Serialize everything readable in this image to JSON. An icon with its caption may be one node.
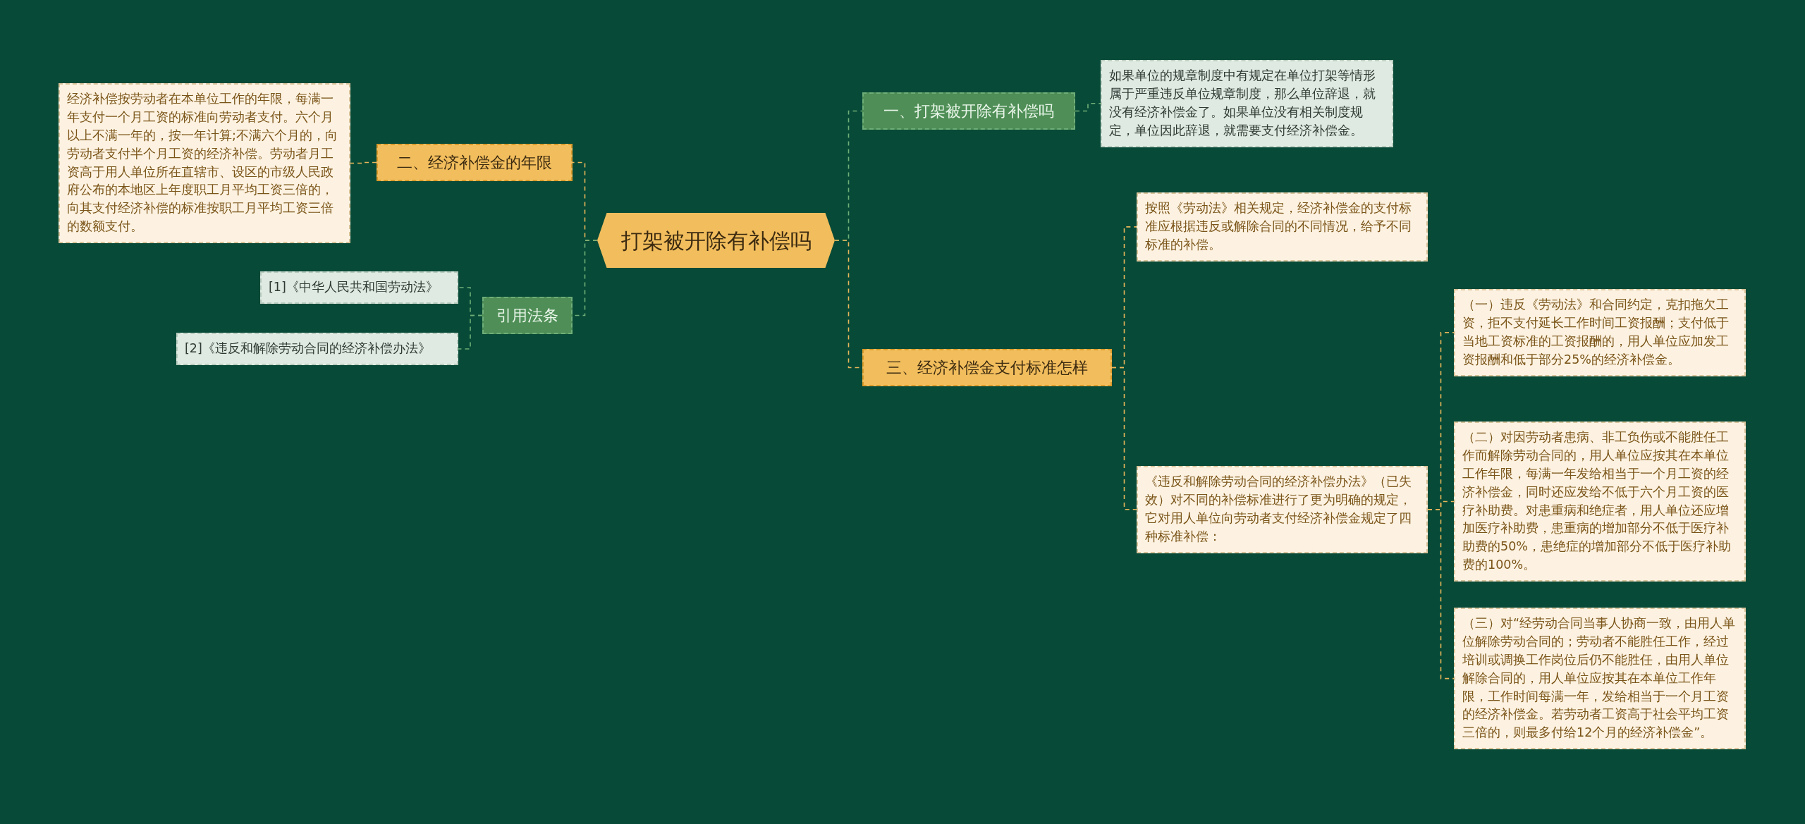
{
  "diagram": {
    "nodes": [
      {
        "text": [
          "打架被开除有补偿吗"
        ]
      },
      {
        "text": [
          "一、打架被开除有补偿吗"
        ]
      },
      {
        "text": [
          "如果单位的规章制度中有规定在单位打架等情形属于严重违反单位规章制度，那么单位辞退，就没有经济补偿金了。如果单位没有相关制度规定，单位因此辞退，就需要支付经济补偿金。"
        ]
      },
      {
        "text": [
          "三、经济补偿金支付标准怎样"
        ]
      },
      {
        "text": [
          "按照《劳动法》相关规定，经济补偿金的支付标准应根据违反或解除合同的不同情况，给予不同标准的补偿。"
        ]
      },
      {
        "text": [
          "《违反和解除劳动合同的经济补偿办法》（已失效）对不同的补偿标准进行了更为明确的规定，它对用人单位向劳动者支付经济补偿金规定了四种标准补偿："
        ]
      },
      {
        "text": [
          "（一）违反《劳动法》和合同约定，克扣拖欠工资，拒不支付延长工作时间工资报酬；支付低于当地工资标准的工资报酬的，用人单位应加发工资报酬和低于部分25%的经济补偿金。"
        ]
      },
      {
        "text": [
          "（二）对因劳动者患病、非工负伤或不能胜任工作而解除劳动合同的，用人单位应按其在本单位工作年限，每满一年发给相当于一个月工资的经济补偿金，同时还应发给不低于六个月工资的医疗补助费。对患重病和绝症者，用人单位还应增加医疗补助费，患重病的增加部分不低于医疗补助费的50%，患绝症的增加部分不低于医疗补助费的100%。"
        ]
      },
      {
        "text": [
          "（三）对“经劳动合同当事人协商一致，由用人单位解除劳动合同的；劳动者不能胜任工作，经过培训或调换工作岗位后仍不能胜任，由用人单位解除合同的，用人单位应按其在本单位工作年限，工作时间每满一年，发给相当于一个月工资的经济补偿金。若劳动者工资高于社会平均工资三倍的，则最多付给12个月的经济补偿金”。"
        ]
      },
      {
        "text": [
          "二、经济补偿金的年限"
        ]
      },
      {
        "text": [
          "经济补偿按劳动者在本单位工作的年限，每满一年支付一个月工资的标准向劳动者支付。六个月以上不满一年的，按一年计算;不满六个月的，向劳动者支付半个月工资的经济补偿。劳动者月工资高于用人单位所在直辖市、设区的市级人民政府公布的本地区上年度职工月平均工资三倍的，向其支付经济补偿的标准按职工月平均工资三倍的数额支付。"
        ]
      },
      {
        "text": [
          "引用法条"
        ]
      },
      {
        "text": [
          "[1]《中华人民共和国劳动法》"
        ]
      },
      {
        "text": [
          "[2]《违反和解除劳动合同的经济补偿办法》"
        ]
      }
    ],
    "edges": [
      {
        "from": 0,
        "to": 1,
        "arrow": "none",
        "style": "dashed",
        "color": "#6fae78"
      },
      {
        "from": 1,
        "to": 2,
        "arrow": "none",
        "style": "dashed",
        "color": "#6fae78"
      },
      {
        "from": 0,
        "to": 3,
        "arrow": "none",
        "style": "dashed"
      },
      {
        "from": 3,
        "to": 4,
        "arrow": "none",
        "style": "dashed"
      },
      {
        "from": 3,
        "to": 5,
        "arrow": "none",
        "style": "dashed"
      },
      {
        "from": 5,
        "to": 6,
        "arrow": "none",
        "style": "dashed"
      },
      {
        "from": 5,
        "to": 7,
        "arrow": "none",
        "style": "dashed"
      },
      {
        "from": 5,
        "to": 8,
        "arrow": "none",
        "style": "dashed"
      },
      {
        "from": 0,
        "to": 9,
        "arrow": "none",
        "style": "dashed"
      },
      {
        "from": 9,
        "to": 10,
        "arrow": "none",
        "style": "dashed"
      },
      {
        "from": 0,
        "to": 11,
        "arrow": "none",
        "style": "dashed",
        "color": "#6fae78"
      },
      {
        "from": 11,
        "to": 12,
        "arrow": "none",
        "style": "dashed",
        "color": "#6fae78"
      },
      {
        "from": 11,
        "to": 13,
        "arrow": "none",
        "style": "dashed",
        "color": "#6fae78"
      }
    ]
  }
}
